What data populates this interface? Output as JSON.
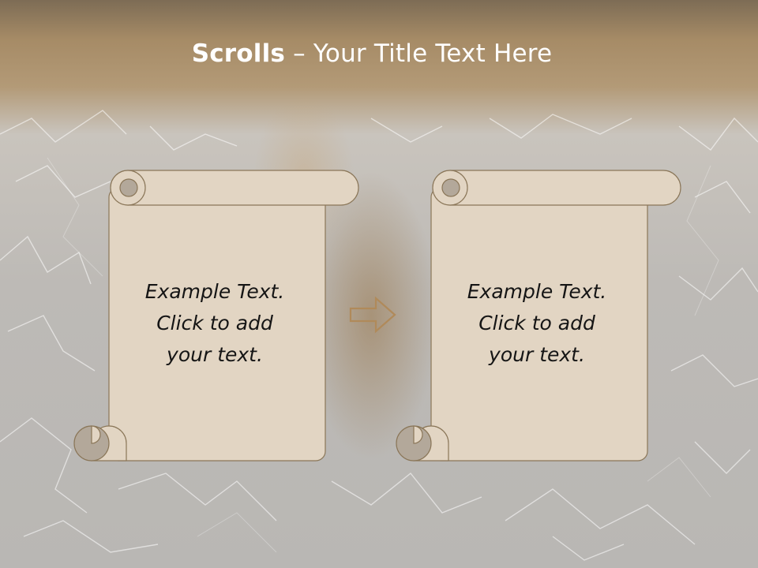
{
  "slide": {
    "title_bold": "Scrolls",
    "title_rest": " – Your Title Text Here",
    "scrolls": [
      {
        "text_lines": [
          "Example Text.",
          "Click  to add",
          "your text."
        ]
      },
      {
        "text_lines": [
          "Example Text.",
          "Click  to add",
          "your text."
        ]
      }
    ],
    "arrow_icon": "right-arrow-icon"
  },
  "colors": {
    "header": "#a68b66",
    "scroll_fill": "#e2d5c3",
    "scroll_curl": "#b3a89a",
    "scroll_stroke": "#8a7658",
    "arrow_stroke": "#b08a5a",
    "title_text": "#ffffff"
  }
}
